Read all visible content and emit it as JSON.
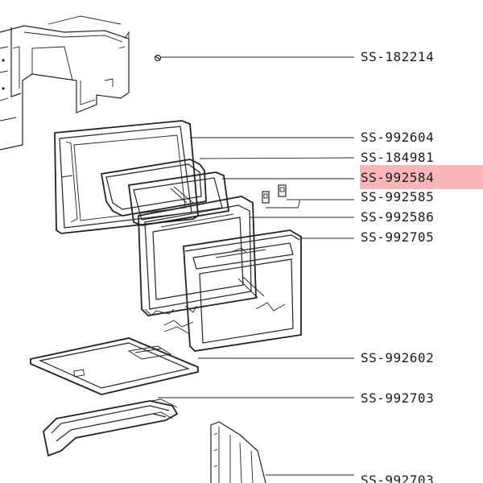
{
  "diagram": {
    "highlight_color": "#f7b6b8",
    "parts": [
      {
        "id": "p1",
        "code": "SS-182214",
        "highlighted": false
      },
      {
        "id": "p2",
        "code": "SS-992604",
        "highlighted": false
      },
      {
        "id": "p3",
        "code": "SS-184981",
        "highlighted": false
      },
      {
        "id": "p4",
        "code": "SS-992584",
        "highlighted": true
      },
      {
        "id": "p5",
        "code": "SS-992585",
        "highlighted": false
      },
      {
        "id": "p6",
        "code": "SS-992586",
        "highlighted": false
      },
      {
        "id": "p7",
        "code": "SS-992705",
        "highlighted": false
      },
      {
        "id": "p8",
        "code": "SS-992602",
        "highlighted": false
      },
      {
        "id": "p9",
        "code": "SS-992703",
        "highlighted": false
      },
      {
        "id": "p10",
        "code": "SS-992703",
        "highlighted": false
      }
    ]
  }
}
